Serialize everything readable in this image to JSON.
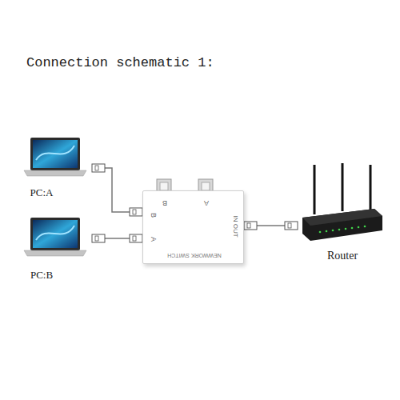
{
  "diagram": {
    "title": "Connection schematic 1:",
    "nodes": [
      {
        "text": [
          "PC:A"
        ]
      },
      {
        "text": [
          "PC:B"
        ]
      },
      {
        "text": [
          "B",
          "A",
          "B",
          "A",
          "IN OUT",
          "NEWWORK SWITCH"
        ]
      },
      {
        "text": [
          "Router"
        ]
      }
    ],
    "edges": [
      {
        "from": 0,
        "to": 2,
        "arrow": "none"
      },
      {
        "from": 1,
        "to": 2,
        "arrow": "none"
      },
      {
        "from": 2,
        "to": 3,
        "arrow": "none"
      }
    ]
  }
}
